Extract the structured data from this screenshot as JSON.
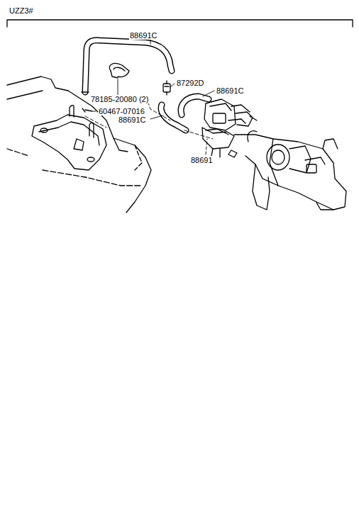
{
  "diagram": {
    "labels": [
      "UZZ3#",
      "88691C",
      "78185-20080 (2)",
      "87292D",
      "88691C",
      "60467-07016",
      "88691C",
      "88691"
    ]
  }
}
